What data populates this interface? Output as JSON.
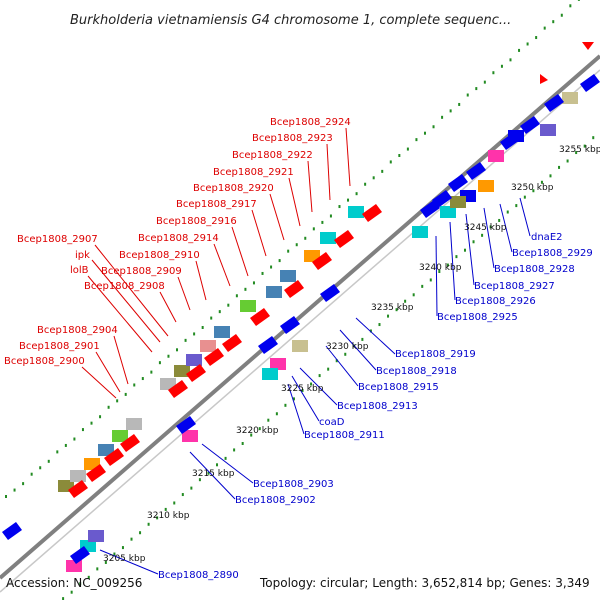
{
  "title": "Burkholderia vietnamiensis G4 chromosome 1, complete sequenc...",
  "accession": "Accession: NC_009256",
  "summary": "Topology: circular; Length: 3,652,814 bp; Genes: 3,349",
  "colors": {
    "backbone": "#808080",
    "gc_dots": "#228b22",
    "label_red": "#dd0000",
    "label_blue": "#0000cc",
    "gene_red": "#ff0000",
    "gene_blue": "#0000ee",
    "gene_cyan": "#00cccc",
    "gene_pink": "#ff33aa",
    "gene_orange": "#ff9900",
    "gene_gray": "#b8b8b8",
    "gene_steel": "#4682b4",
    "gene_olive": "#8b8b3a",
    "gene_purple": "#6a5acd",
    "gene_green": "#66cc33",
    "gene_khaki": "#c8c090",
    "gene_salmon": "#e89090"
  },
  "kbp_ticks": [
    "3205 kbp",
    "3210 kbp",
    "3215 kbp",
    "3220 kbp",
    "3225 kbp",
    "3230 kbp",
    "3235 kbp",
    "3240 kbp",
    "3245 kbp",
    "3250 kbp",
    "3255 kbp"
  ],
  "forward_labels": [
    "Bcep1808_2924",
    "Bcep1808_2923",
    "Bcep1808_2922",
    "Bcep1808_2921",
    "Bcep1808_2920",
    "Bcep1808_2917",
    "Bcep1808_2916",
    "Bcep1808_2914",
    "Bcep1808_2910",
    "Bcep1808_2909",
    "Bcep1808_2908",
    "Bcep1808_2907",
    "ipk",
    "lolB",
    "Bcep1808_2904",
    "Bcep1808_2901",
    "Bcep1808_2900"
  ],
  "reverse_labels": [
    "dnaE2",
    "Bcep1808_2929",
    "Bcep1808_2928",
    "Bcep1808_2927",
    "Bcep1808_2926",
    "Bcep1808_2925",
    "Bcep1808_2919",
    "Bcep1808_2918",
    "Bcep1808_2915",
    "Bcep1808_2913",
    "coaD",
    "Bcep1808_2911",
    "Bcep1808_2903",
    "Bcep1808_2902",
    "Bcep1808_2890"
  ]
}
